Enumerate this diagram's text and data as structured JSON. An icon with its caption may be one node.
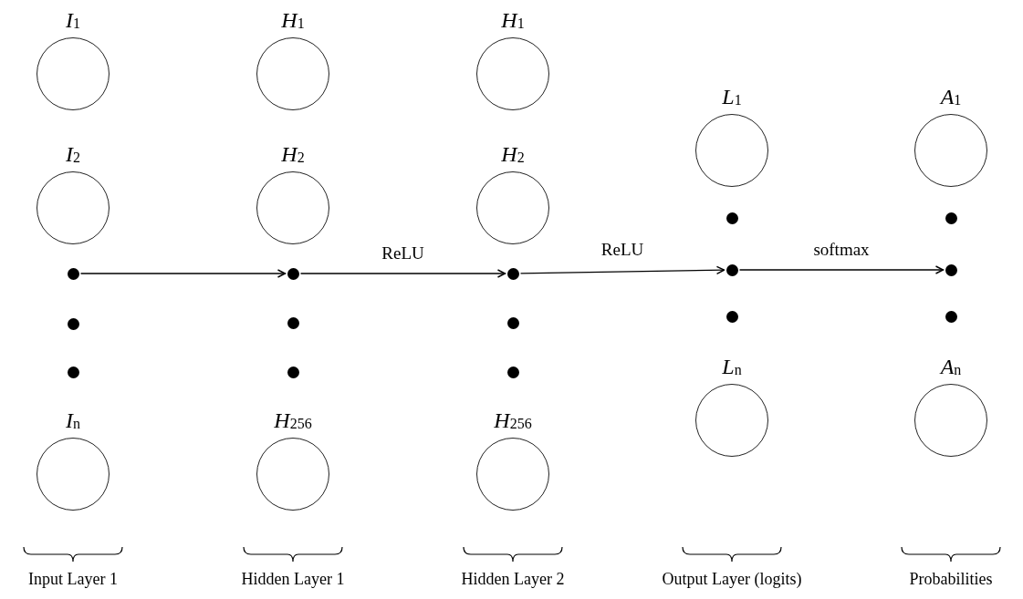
{
  "diagram": {
    "nodes": [
      {
        "text": [
          "*I*$_{1}$"
        ]
      },
      {
        "text": [
          "*I*$_{2}$"
        ]
      },
      {
        "text": [],
        "shape": "dot"
      },
      {
        "text": [],
        "shape": "dot"
      },
      {
        "text": [],
        "shape": "dot"
      },
      {
        "text": [
          "*I*$_{n}$"
        ]
      },
      {
        "text": [
          "*H*$_{1}$"
        ]
      },
      {
        "text": [
          "*H*$_{2}$"
        ]
      },
      {
        "text": [],
        "shape": "dot"
      },
      {
        "text": [],
        "shape": "dot"
      },
      {
        "text": [],
        "shape": "dot"
      },
      {
        "text": [
          "*H*$_{256}$"
        ]
      },
      {
        "text": [
          "*H*$_{1}$"
        ]
      },
      {
        "text": [
          "*H*$_{2}$"
        ]
      },
      {
        "text": [],
        "shape": "dot"
      },
      {
        "text": [],
        "shape": "dot"
      },
      {
        "text": [],
        "shape": "dot"
      },
      {
        "text": [
          "*H*$_{256}$"
        ]
      },
      {
        "text": [
          "*L*$_{1}$"
        ]
      },
      {
        "text": [],
        "shape": "dot"
      },
      {
        "text": [],
        "shape": "dot"
      },
      {
        "text": [],
        "shape": "dot"
      },
      {
        "text": [
          "*L*$_{n}$"
        ]
      },
      {
        "text": [
          "*A*$_{1}$"
        ]
      },
      {
        "text": [],
        "shape": "dot"
      },
      {
        "text": [],
        "shape": "dot"
      },
      {
        "text": [],
        "shape": "dot"
      },
      {
        "text": [
          "*A*$_{n}$"
        ]
      }
    ],
    "edges": [
      {
        "from": 2,
        "to": 8,
        "arrow": "to"
      },
      {
        "from": 8,
        "to": 14,
        "arrow": "to",
        "label": "ReLU"
      },
      {
        "from": 14,
        "to": 20,
        "arrow": "to",
        "label": "ReLU"
      },
      {
        "from": 20,
        "to": 25,
        "arrow": "to",
        "label": "softmax"
      }
    ],
    "labels": [
      "Input Layer 1",
      "Hidden Layer 1",
      "Hidden Layer 2",
      "Output Layer (logits)",
      "Probabilities"
    ]
  }
}
